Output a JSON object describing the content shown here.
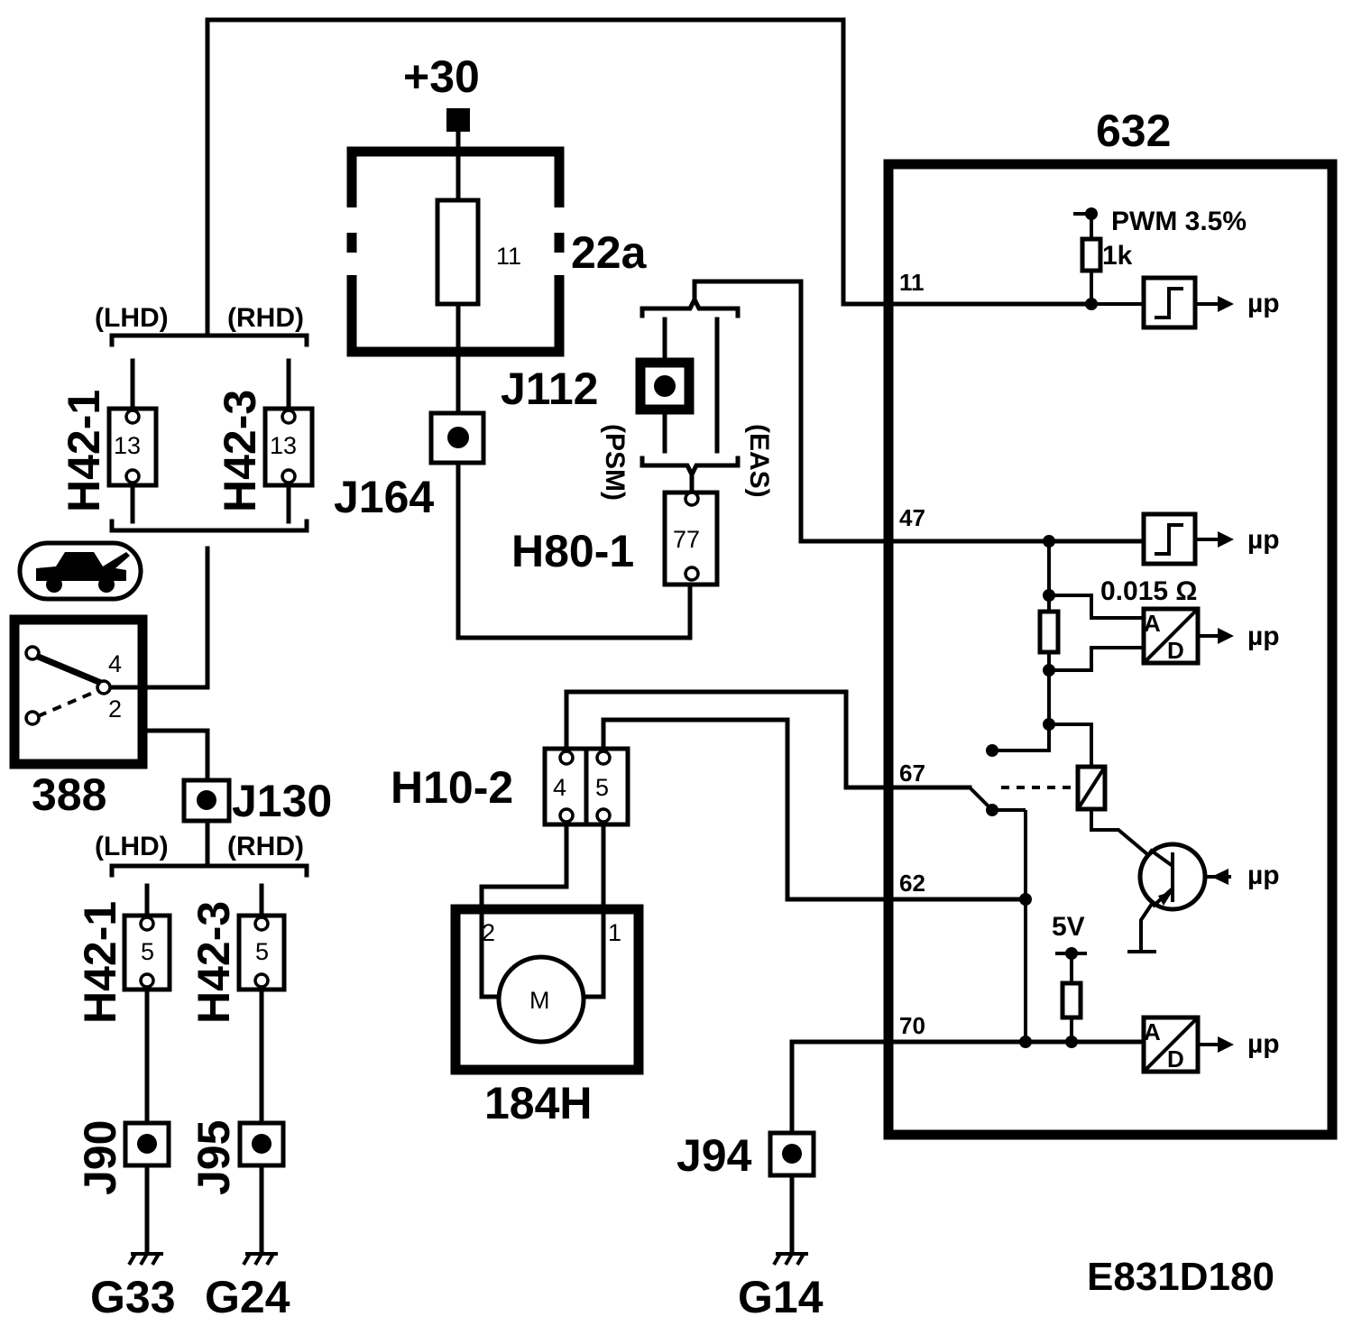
{
  "supply": "+30",
  "fuse": {
    "id": "22a",
    "number": "11"
  },
  "splices": {
    "j164": "J164",
    "j112": "J112",
    "j130": "J130",
    "j90": "J90",
    "j95": "J95",
    "j94": "J94"
  },
  "variants": {
    "lhd": "(LHD)",
    "rhd": "(RHD)",
    "psm": "(PSM)",
    "eas": "(EAS)"
  },
  "connectors": {
    "h42_1": "H42-1",
    "h42_3": "H42-3",
    "h80_1": "H80-1",
    "h10_2": "H10-2",
    "pin13": "13",
    "pin5": "5",
    "pin77": "77",
    "pin4": "4"
  },
  "switch": {
    "id": "388",
    "pin4": "4",
    "pin2": "2"
  },
  "motor": {
    "id": "184H",
    "symbol": "M",
    "pin2": "2",
    "pin1": "1"
  },
  "module": {
    "id": "632",
    "pins": [
      "11",
      "47",
      "67",
      "62",
      "70"
    ],
    "pwm": "PWM 3.5%",
    "resistor": "1k",
    "shunt": "0.015 Ω",
    "supply5v": "5V",
    "mu": "µp",
    "adc_a": "A",
    "adc_d": "D"
  },
  "grounds": {
    "g33": "G33",
    "g24": "G24",
    "g14": "G14"
  },
  "figure_id": "E831D180"
}
